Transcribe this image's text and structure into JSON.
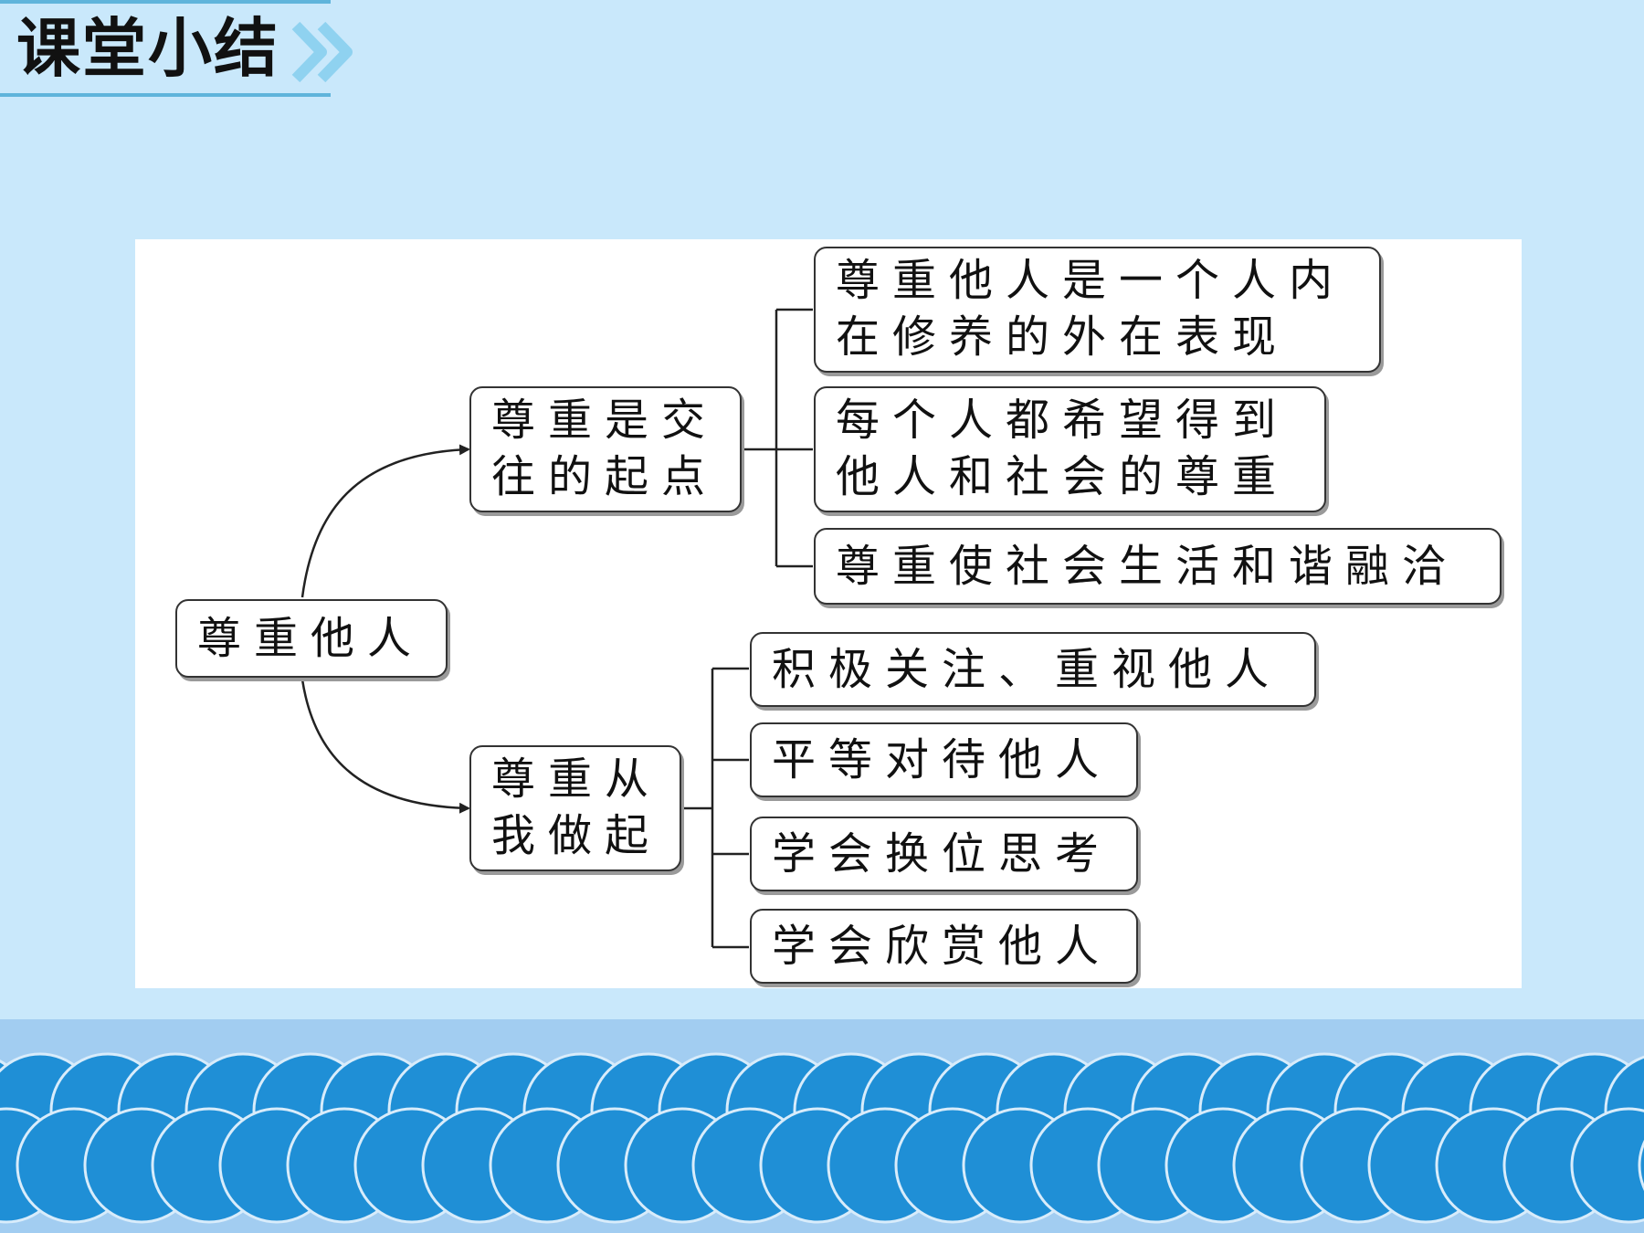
{
  "header": {
    "title": "课堂小结",
    "chevron_icon": "double-chevron-right-icon"
  },
  "colors": {
    "background": "#c9e8fb",
    "accent": "#5fb4db",
    "footer_band": "#a2cdf1",
    "scallop": "#1f8fd6"
  },
  "diagram": {
    "root": "尊重他人",
    "branches": [
      {
        "label_lines": [
          "尊重是交",
          "往的起点"
        ],
        "children": [
          {
            "lines": [
              "尊重他人是一个人内",
              "在修养的外在表现"
            ]
          },
          {
            "lines": [
              "每个人都希望得到",
              "他人和社会的尊重"
            ]
          },
          {
            "lines": [
              "尊重使社会生活和谐融洽"
            ]
          }
        ]
      },
      {
        "label_lines": [
          "尊重从",
          "我做起"
        ],
        "children": [
          {
            "lines": [
              "积极关注、重视他人"
            ]
          },
          {
            "lines": [
              "平等对待他人"
            ]
          },
          {
            "lines": [
              "学会换位思考"
            ]
          },
          {
            "lines": [
              "学会欣赏他人"
            ]
          }
        ]
      }
    ]
  }
}
